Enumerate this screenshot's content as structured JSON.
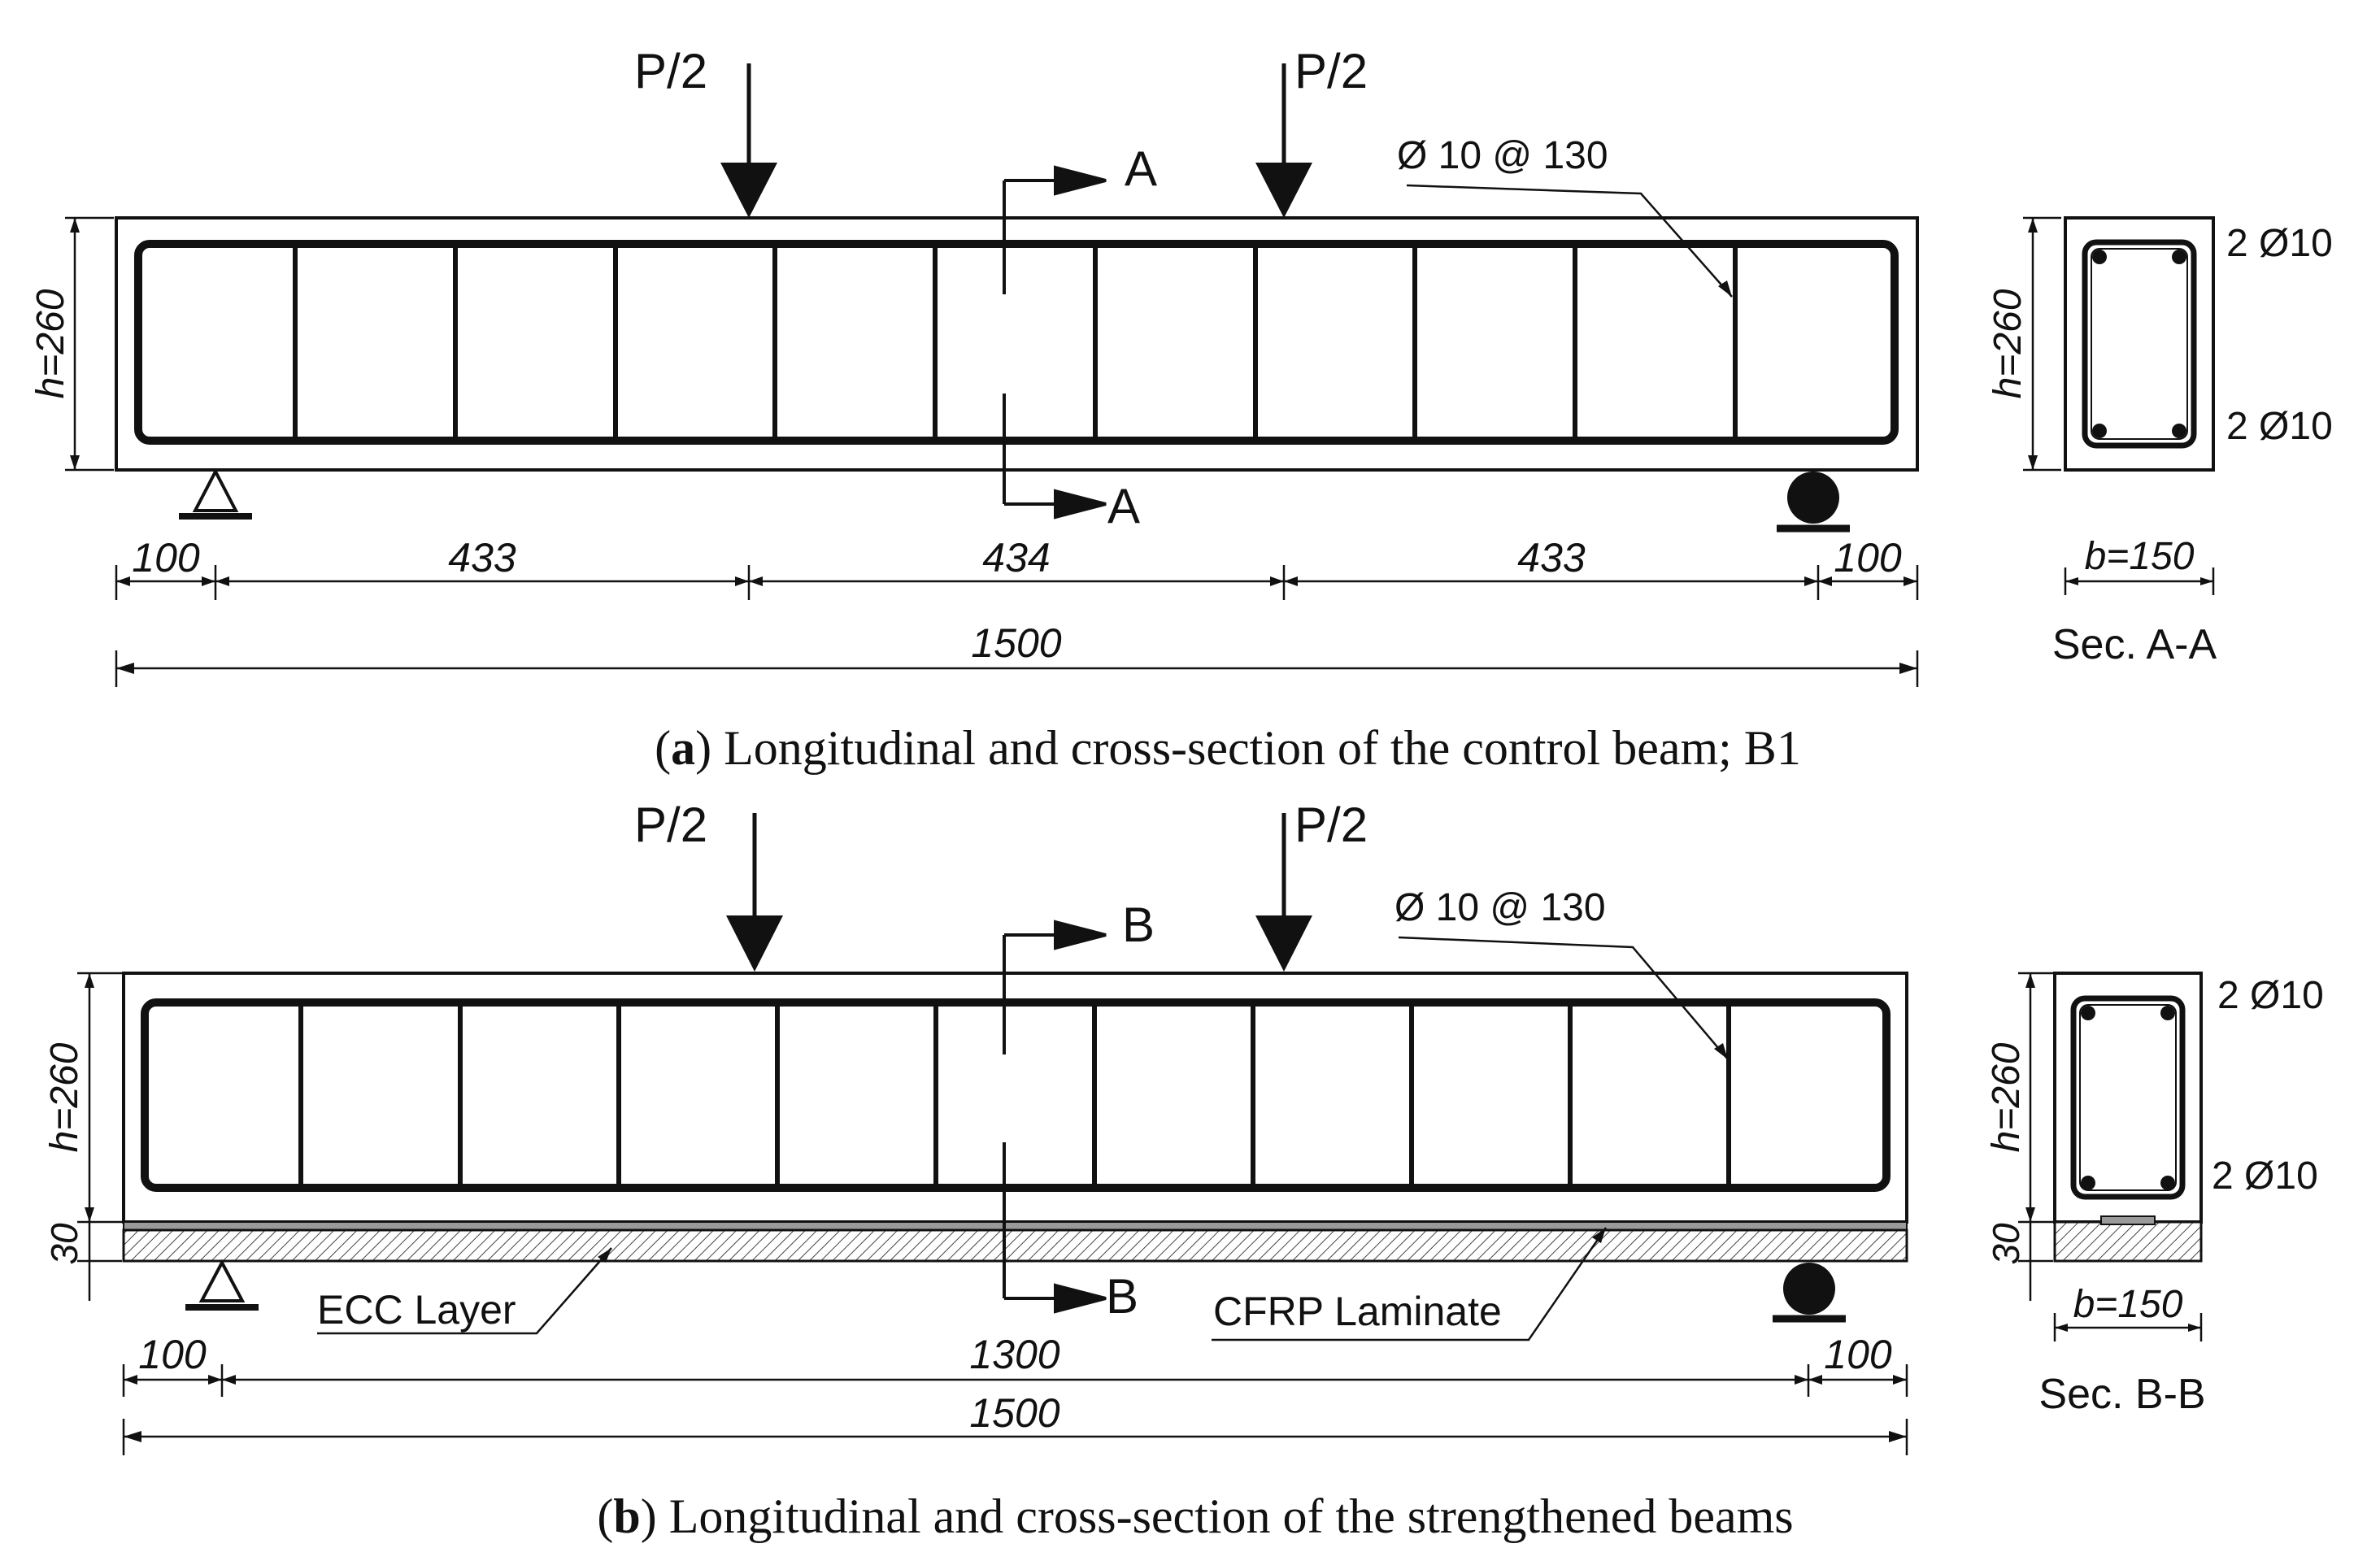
{
  "panel_a": {
    "load_left": "P/2",
    "load_right": "P/2",
    "stirrup_label": "Ø 10 @ 130",
    "section_mark": "A",
    "height_label": "h=260",
    "dims": [
      "100",
      "433",
      "434",
      "433",
      "100"
    ],
    "total_length": "1500",
    "section": {
      "height_label": "h=260",
      "top_bars": "2 Ø10",
      "bottom_bars": "2 Ø10",
      "width_label": "b=150",
      "title": "Sec. A-A"
    },
    "caption_letter": "a",
    "caption_text": "Longitudinal and cross-section of the control beam; B1"
  },
  "panel_b": {
    "load_left": "P/2",
    "load_right": "P/2",
    "stirrup_label": "Ø 10 @ 130",
    "section_mark": "B",
    "height_label": "h=260",
    "layer_thickness": "30",
    "ecc_label": "ECC Layer",
    "cfrp_label": "CFRP Laminate",
    "dims": [
      "100",
      "1300",
      "100"
    ],
    "total_length": "1500",
    "section": {
      "height_label": "h=260",
      "layer_thickness": "30",
      "top_bars": "2 Ø10",
      "bottom_bars": "2 Ø10",
      "width_label": "b=150",
      "title": "Sec. B-B"
    },
    "caption_letter": "b",
    "caption_text": "Longitudinal and cross-section of the strengthened beams"
  }
}
